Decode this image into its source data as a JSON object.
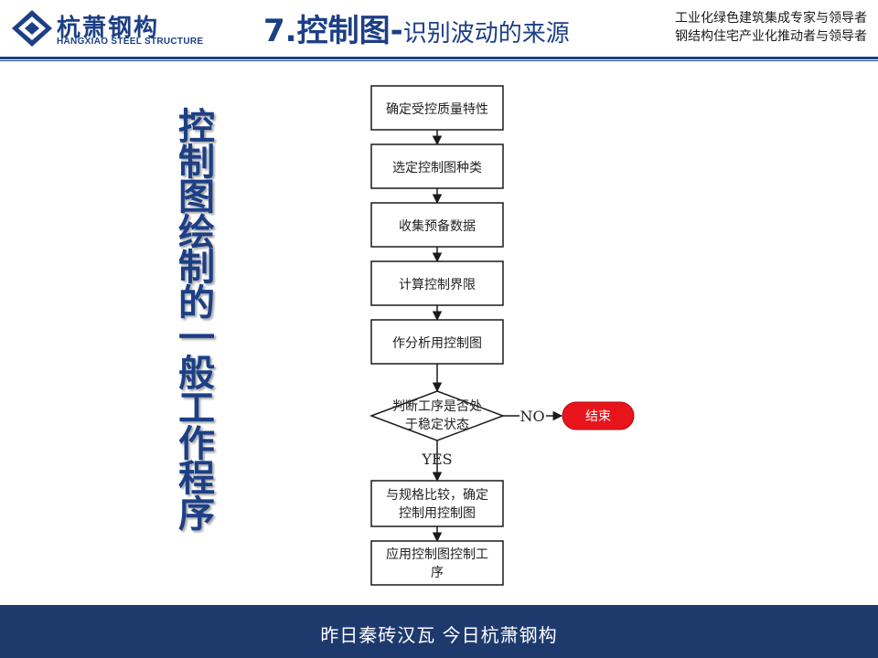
{
  "header": {
    "logo_cn": "杭萧钢构",
    "logo_en": "HANGXIAO STEEL STRUCTURE",
    "title_main": "7.控制图-",
    "title_sub": "识别波动的来源",
    "slogan_line1": "工业化绿色建筑集成专家与领导者",
    "slogan_line2": "钢结构住宅产业化推动者与领导者"
  },
  "side_title": [
    "控",
    "制",
    "图",
    "绘",
    "制",
    "的",
    "一",
    "般",
    "工",
    "作",
    "程",
    "序"
  ],
  "flowchart": {
    "steps": [
      {
        "line1": "确定受控质量特性",
        "line2": ""
      },
      {
        "line1": "选定控制图种类",
        "line2": ""
      },
      {
        "line1": "收集预备数据",
        "line2": ""
      },
      {
        "line1": "计算控制界限",
        "line2": ""
      },
      {
        "line1": "作分析用控制图",
        "line2": ""
      }
    ],
    "decision": {
      "line1": "判断工序是否处",
      "line2": "于稳定状态"
    },
    "no_label": "NO",
    "yes_label": "YES",
    "end_label": "结束",
    "after_steps": [
      {
        "line1": "与规格比较，确定",
        "line2": "控制用控制图"
      },
      {
        "line1": "应用控制图控制工",
        "line2": "序"
      }
    ]
  },
  "footer": {
    "text": "昨日秦砖汉瓦  今日杭萧钢构"
  },
  "colors": {
    "brand": "#1c3f86",
    "footer": "#1e3a6d",
    "end_node": "#e8141c"
  }
}
